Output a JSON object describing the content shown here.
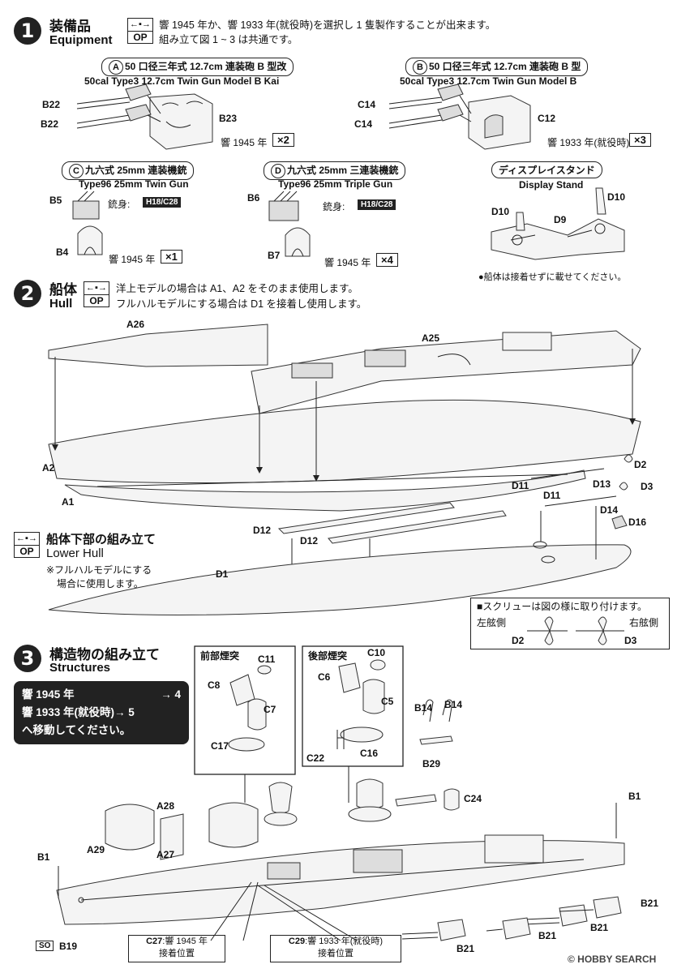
{
  "step1": {
    "num": "1",
    "title_jp": "装備品",
    "title_en": "Equipment",
    "op_top": "←▪→",
    "op_label": "OP",
    "note_line1": "響 1945 年か、響 1933 年(就役時)を選択し 1 隻製作することが出来ます。",
    "note_line2": "組み立て図 1 ~ 3 は共通です。",
    "A": {
      "letter": "A",
      "title_jp": "50 口径三年式 12.7cm 連装砲 B 型改",
      "title_en": "50cal Type3 12.7cm Twin Gun Model B Kai",
      "parts": [
        "B22",
        "B22",
        "B23"
      ],
      "qty_label": "響 1945 年",
      "qty": "×2"
    },
    "B": {
      "letter": "B",
      "title_jp": "50 口径三年式 12.7cm 連装砲 B 型",
      "title_en": "50cal Type3 12.7cm Twin Gun Model B",
      "parts": [
        "C14",
        "C14",
        "C12"
      ],
      "qty_label": "響 1933 年(就役時)",
      "qty": "×3"
    },
    "C": {
      "letter": "C",
      "title_jp": "九六式 25mm 連装機銃",
      "title_en": "Type96 25mm Twin Gun",
      "parts": [
        "B5",
        "B4"
      ],
      "barrel_label": "銃身:",
      "barrel_code": "H18/C28",
      "qty_label": "響 1945 年",
      "qty": "×1"
    },
    "D": {
      "letter": "D",
      "title_jp": "九六式 25mm 三連装機銃",
      "title_en": "Type96 25mm Triple Gun",
      "parts": [
        "B6",
        "B7"
      ],
      "barrel_label": "銃身:",
      "barrel_code": "H18/C28",
      "qty_label": "響 1945 年",
      "qty": "×4"
    },
    "E": {
      "title_jp": "ディスプレイスタンド",
      "title_en": "Display Stand",
      "parts": [
        "D10",
        "D10",
        "D9"
      ],
      "note": "●船体は接着せずに載せてください。"
    }
  },
  "step2": {
    "num": "2",
    "title_jp": "船体",
    "title_en": "Hull",
    "op_label": "OP",
    "note_line1": "洋上モデルの場合は A1、A2 をそのまま使用します。",
    "note_line2": "フルハルモデルにする場合は D1 を接着し使用します。",
    "parts": [
      "A26",
      "A25",
      "A2",
      "A1",
      "D2",
      "D13",
      "D3",
      "D11",
      "D11",
      "D14",
      "D16",
      "D12",
      "D12",
      "D1"
    ],
    "lower_title_jp": "船体下部の組み立て",
    "lower_title_en": "Lower Hull",
    "lower_note1": "※フルハルモデルにする",
    "lower_note2": "場合に使用します。",
    "screw_note": "■スクリューは図の様に取り付けます。",
    "screw_left": "左舷側",
    "screw_right": "右舷側",
    "screw_left_part": "D2",
    "screw_right_part": "D3"
  },
  "step3": {
    "num": "3",
    "title_jp": "構造物の組み立て",
    "title_en": "Structures",
    "move_line1": "響 1945 年",
    "move_arrow1": "→ 4",
    "move_line2": "響 1933 年(就役時)→ 5",
    "move_line3": "へ移動してください。",
    "front_funnel": {
      "title": "前部煙突",
      "parts": [
        "C11",
        "C8",
        "C7",
        "C17"
      ]
    },
    "rear_funnel": {
      "title": "後部煙突",
      "parts": [
        "C10",
        "C6",
        "C5",
        "C22",
        "C16"
      ]
    },
    "rails": {
      "parts": [
        "B14",
        "B14",
        "B29"
      ]
    },
    "parts": [
      "A28",
      "A29",
      "A27",
      "C24",
      "B1",
      "B1",
      "B19",
      "B21",
      "B21",
      "B21",
      "B21"
    ],
    "so_label": "SO",
    "foot_left_part": "C27",
    "foot_left_text": ":響 1945 年",
    "foot_left_sub": "接着位置",
    "foot_right_part": "C29",
    "foot_right_text": ":響 1933 年(就役時)",
    "foot_right_sub": "接着位置"
  },
  "watermark": "© HOBBY SEARCH"
}
